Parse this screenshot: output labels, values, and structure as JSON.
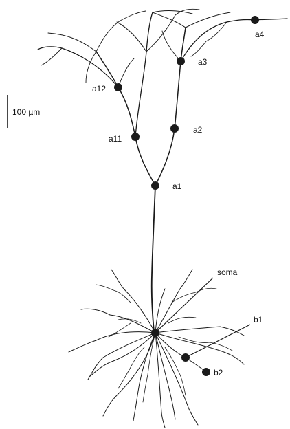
{
  "scale_bar": {
    "label": "100 µm"
  },
  "markers": [
    {
      "id": "a1",
      "label": "a1"
    },
    {
      "id": "a2",
      "label": "a2"
    },
    {
      "id": "a3",
      "label": "a3"
    },
    {
      "id": "a4",
      "label": "a4"
    },
    {
      "id": "a11",
      "label": "a11"
    },
    {
      "id": "a12",
      "label": "a12"
    },
    {
      "id": "soma",
      "label": "soma"
    },
    {
      "id": "b1",
      "label": "b1"
    },
    {
      "id": "b2",
      "label": "b2"
    }
  ],
  "colors": {
    "ink": "#1a1a1a",
    "background": "#ffffff"
  }
}
